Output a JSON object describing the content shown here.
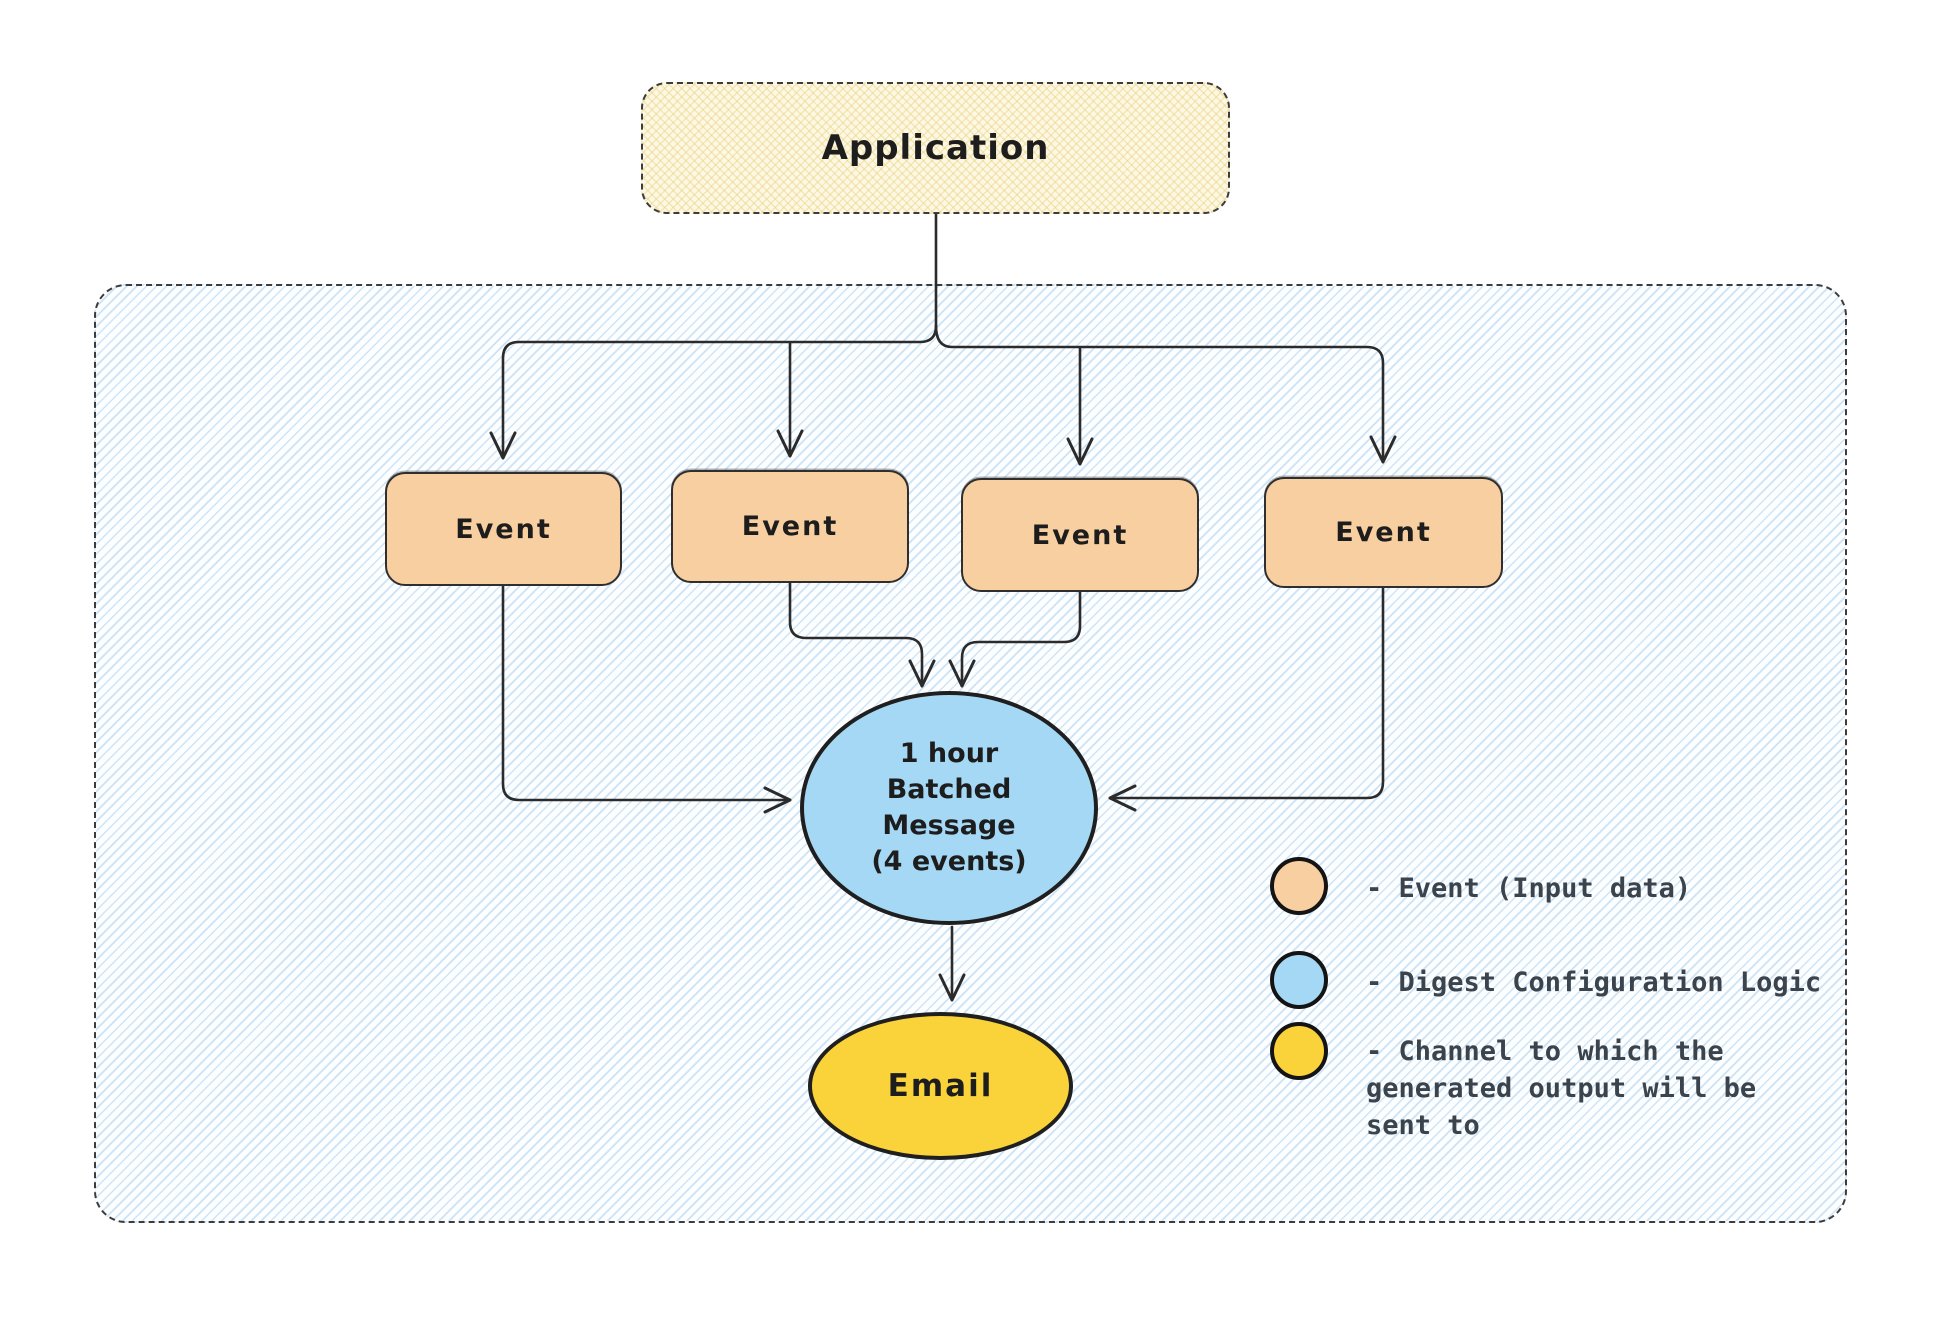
{
  "application": {
    "label": "Application"
  },
  "events": [
    {
      "label": "Event"
    },
    {
      "label": "Event"
    },
    {
      "label": "Event"
    },
    {
      "label": "Event"
    }
  ],
  "digest": {
    "label": "1 hour\nBatched\nMessage\n(4 events)"
  },
  "channel": {
    "label": "Email"
  },
  "legend": {
    "items": [
      {
        "color": "#f8cfa0",
        "label": "- Event (Input data)"
      },
      {
        "color": "#a5d8f5",
        "label": "- Digest Configuration Logic"
      },
      {
        "color": "#fad33b",
        "label": "- Channel to which the\ngenerated output will be\nsent to"
      }
    ]
  },
  "colors": {
    "event_fill": "#f8cfa0",
    "digest_fill": "#a5d8f5",
    "channel_fill": "#fad33b",
    "app_fill": "#fdf8e3",
    "stroke": "#2b2b2b",
    "dash_stroke": "#3c3c3c",
    "text": "#1d1d1d",
    "legend_text": "#3b434c"
  }
}
